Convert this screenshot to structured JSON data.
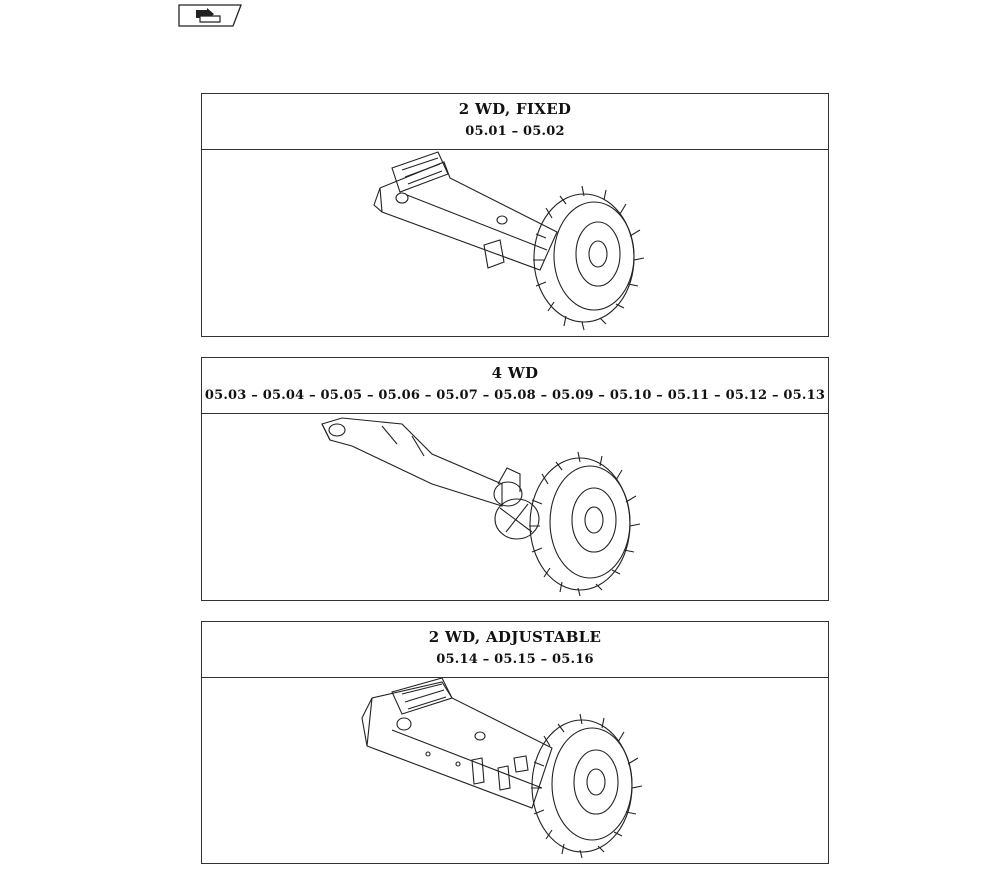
{
  "sections": [
    {
      "title": "2 WD, FIXED",
      "codes": "05.01 – 05.02",
      "illustration": "axle-2wd-fixed"
    },
    {
      "title": "4 WD",
      "codes": "05.03 – 05.04 – 05.05 – 05.06 – 05.07 – 05.08 – 05.09 – 05.10 – 05.11 – 05.12 – 05.13",
      "illustration": "axle-4wd"
    },
    {
      "title": "2 WD, ADJUSTABLE",
      "codes": "05.14 – 05.15 – 05.16",
      "illustration": "axle-2wd-adjustable"
    }
  ],
  "nav": {
    "icon": "back-arrow-tab-icon"
  },
  "colors": {
    "line": "#333333",
    "background": "#ffffff"
  }
}
